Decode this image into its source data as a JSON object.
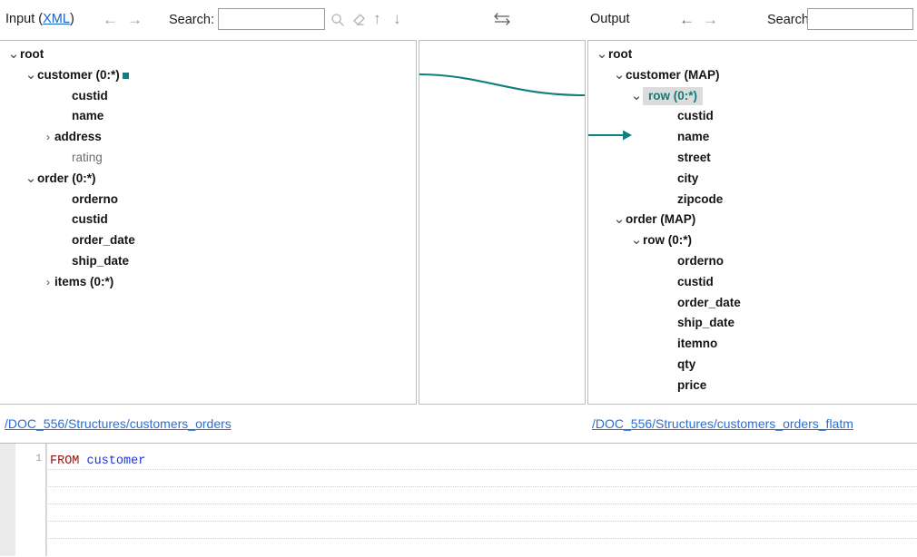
{
  "header": {
    "input_title_prefix": "Input (",
    "input_title_link": "XML",
    "input_title_suffix": ")",
    "output_title": "Output",
    "search_label": "Search:",
    "input_search_value": "",
    "output_search_value": "",
    "input_search_placeholder": "",
    "output_search_placeholder": "",
    "back_arrow": "←",
    "forward_arrow": "→",
    "up_arrow": "↑",
    "down_arrow": "↓",
    "swap_icon_name": "swap-direction-icon"
  },
  "input_tree": {
    "nodes": [
      {
        "label": "root",
        "indent": 0,
        "twisty": "expanded",
        "style": "bold"
      },
      {
        "label": "customer (0:*)",
        "indent": 1,
        "twisty": "expanded",
        "style": "bold",
        "connector": true
      },
      {
        "label": "custid",
        "indent": 3,
        "twisty": "none",
        "style": "bold"
      },
      {
        "label": "name",
        "indent": 3,
        "twisty": "none",
        "style": "bold"
      },
      {
        "label": "address",
        "indent": 2,
        "twisty": "collapsed",
        "style": "bold"
      },
      {
        "label": "rating",
        "indent": 3,
        "twisty": "none",
        "style": "plain"
      },
      {
        "label": "order (0:*)",
        "indent": 1,
        "twisty": "expanded",
        "style": "bold"
      },
      {
        "label": "orderno",
        "indent": 3,
        "twisty": "none",
        "style": "bold"
      },
      {
        "label": "custid",
        "indent": 3,
        "twisty": "none",
        "style": "bold"
      },
      {
        "label": "order_date",
        "indent": 3,
        "twisty": "none",
        "style": "bold"
      },
      {
        "label": "ship_date",
        "indent": 3,
        "twisty": "none",
        "style": "bold"
      },
      {
        "label": "items (0:*)",
        "indent": 2,
        "twisty": "collapsed",
        "style": "bold"
      }
    ]
  },
  "output_tree": {
    "nodes": [
      {
        "label": "root",
        "indent": 0,
        "twisty": "expanded",
        "style": "bold"
      },
      {
        "label": "customer (MAP)",
        "indent": 1,
        "twisty": "expanded",
        "style": "bold"
      },
      {
        "label": "row (0:*)",
        "indent": 2,
        "twisty": "expanded",
        "style": "bold",
        "selected": true
      },
      {
        "label": "custid",
        "indent": 4,
        "twisty": "none",
        "style": "bold"
      },
      {
        "label": "name",
        "indent": 4,
        "twisty": "none",
        "style": "bold"
      },
      {
        "label": "street",
        "indent": 4,
        "twisty": "none",
        "style": "bold"
      },
      {
        "label": "city",
        "indent": 4,
        "twisty": "none",
        "style": "bold"
      },
      {
        "label": "zipcode",
        "indent": 4,
        "twisty": "none",
        "style": "bold"
      },
      {
        "label": "order (MAP)",
        "indent": 1,
        "twisty": "expanded",
        "style": "bold"
      },
      {
        "label": "row (0:*)",
        "indent": 2,
        "twisty": "expanded",
        "style": "bold"
      },
      {
        "label": "orderno",
        "indent": 4,
        "twisty": "none",
        "style": "bold"
      },
      {
        "label": "custid",
        "indent": 4,
        "twisty": "none",
        "style": "bold"
      },
      {
        "label": "order_date",
        "indent": 4,
        "twisty": "none",
        "style": "bold"
      },
      {
        "label": "ship_date",
        "indent": 4,
        "twisty": "none",
        "style": "bold"
      },
      {
        "label": "itemno",
        "indent": 4,
        "twisty": "none",
        "style": "bold"
      },
      {
        "label": "qty",
        "indent": 4,
        "twisty": "none",
        "style": "bold"
      },
      {
        "label": "price",
        "indent": 4,
        "twisty": "none",
        "style": "bold"
      }
    ]
  },
  "mapping": {
    "line_color": "#0f7f7f",
    "from_label": "customer (0:*)",
    "to_label": "row (0:*)"
  },
  "footer": {
    "input_path": "/DOC_556/Structures/customers_orders",
    "output_path": "/DOC_556/Structures/customers_orders_flatm"
  },
  "editor": {
    "line_number": "1",
    "keyword": "FROM",
    "space": " ",
    "identifier": "customer"
  },
  "colors": {
    "accent_teal": "#0f7f7f",
    "link_blue": "#2a6fd6",
    "keyword_red": "#8a1515",
    "identifier_blue": "#1c34d6",
    "selection_grey": "#dcdcdc"
  }
}
